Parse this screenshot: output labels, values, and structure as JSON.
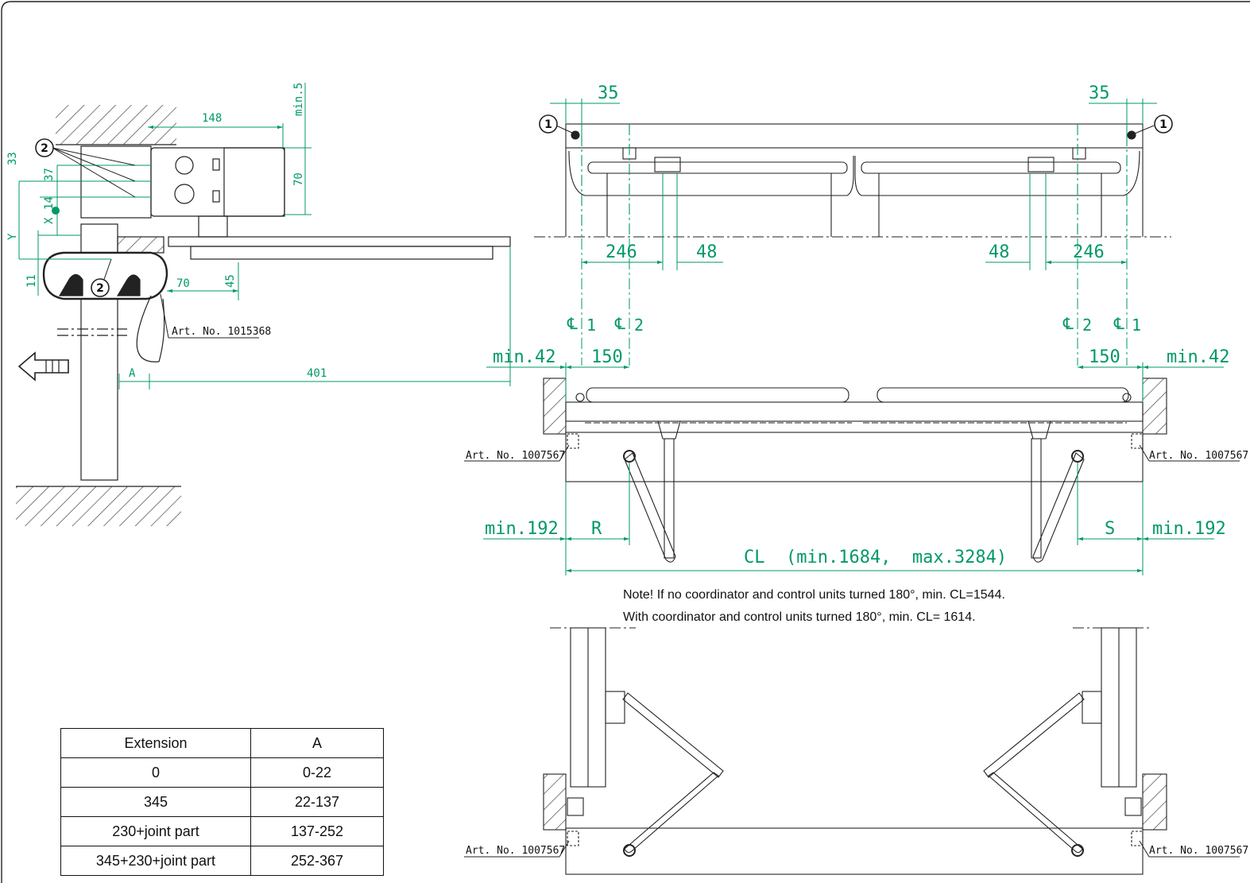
{
  "side_view": {
    "dims": {
      "d148": "148",
      "min5": "min.5",
      "d70v": "70",
      "d33": "33",
      "d37": "37",
      "d14": "14",
      "X": "X",
      "Y": "Y",
      "d11": "11",
      "d70h": "70",
      "d45": "45",
      "A": "A",
      "d401": "401"
    },
    "callout_2a": "2",
    "callout_2b": "2",
    "art_no": "Art. No. 1015368"
  },
  "top_view": {
    "d35_left": "35",
    "d35_right": "35",
    "callout_1_left": "1",
    "callout_1_right": "1",
    "d246_left": "246",
    "d48_left": "48",
    "d48_right": "48",
    "d246_right": "246",
    "cl1_left": "1",
    "cl2_left": "2",
    "cl2_right": "2",
    "cl1_right": "1"
  },
  "front_view": {
    "min42_left": "min.42",
    "d150_left": "150",
    "d150_right": "150",
    "min42_right": "min.42",
    "art_left": "Art. No. 1007567",
    "art_right": "Art. No. 1007567",
    "min192_left": "min.192",
    "R": "R",
    "S": "S",
    "min192_right": "min.192",
    "CL": "CL  (min.1684,  max.3284)"
  },
  "notes": {
    "line1": "Note! If no coordinator and control units turned 180°, min. CL=1544.",
    "line2": "With coordinator and control units turned 180°, min. CL= 1614."
  },
  "open_view": {
    "art_left": "Art. No. 1007567",
    "art_right": "Art. No. 1007567"
  },
  "extension_table": {
    "headers": [
      "Extension",
      "A"
    ],
    "rows": [
      [
        "0",
        "0-22"
      ],
      [
        "345",
        "22-137"
      ],
      [
        "230+joint part",
        "137-252"
      ],
      [
        "345+230+joint part",
        "252-367"
      ]
    ]
  },
  "colors": {
    "dimension": "#009966",
    "drawing": "#222222",
    "hatch": "#444444"
  }
}
